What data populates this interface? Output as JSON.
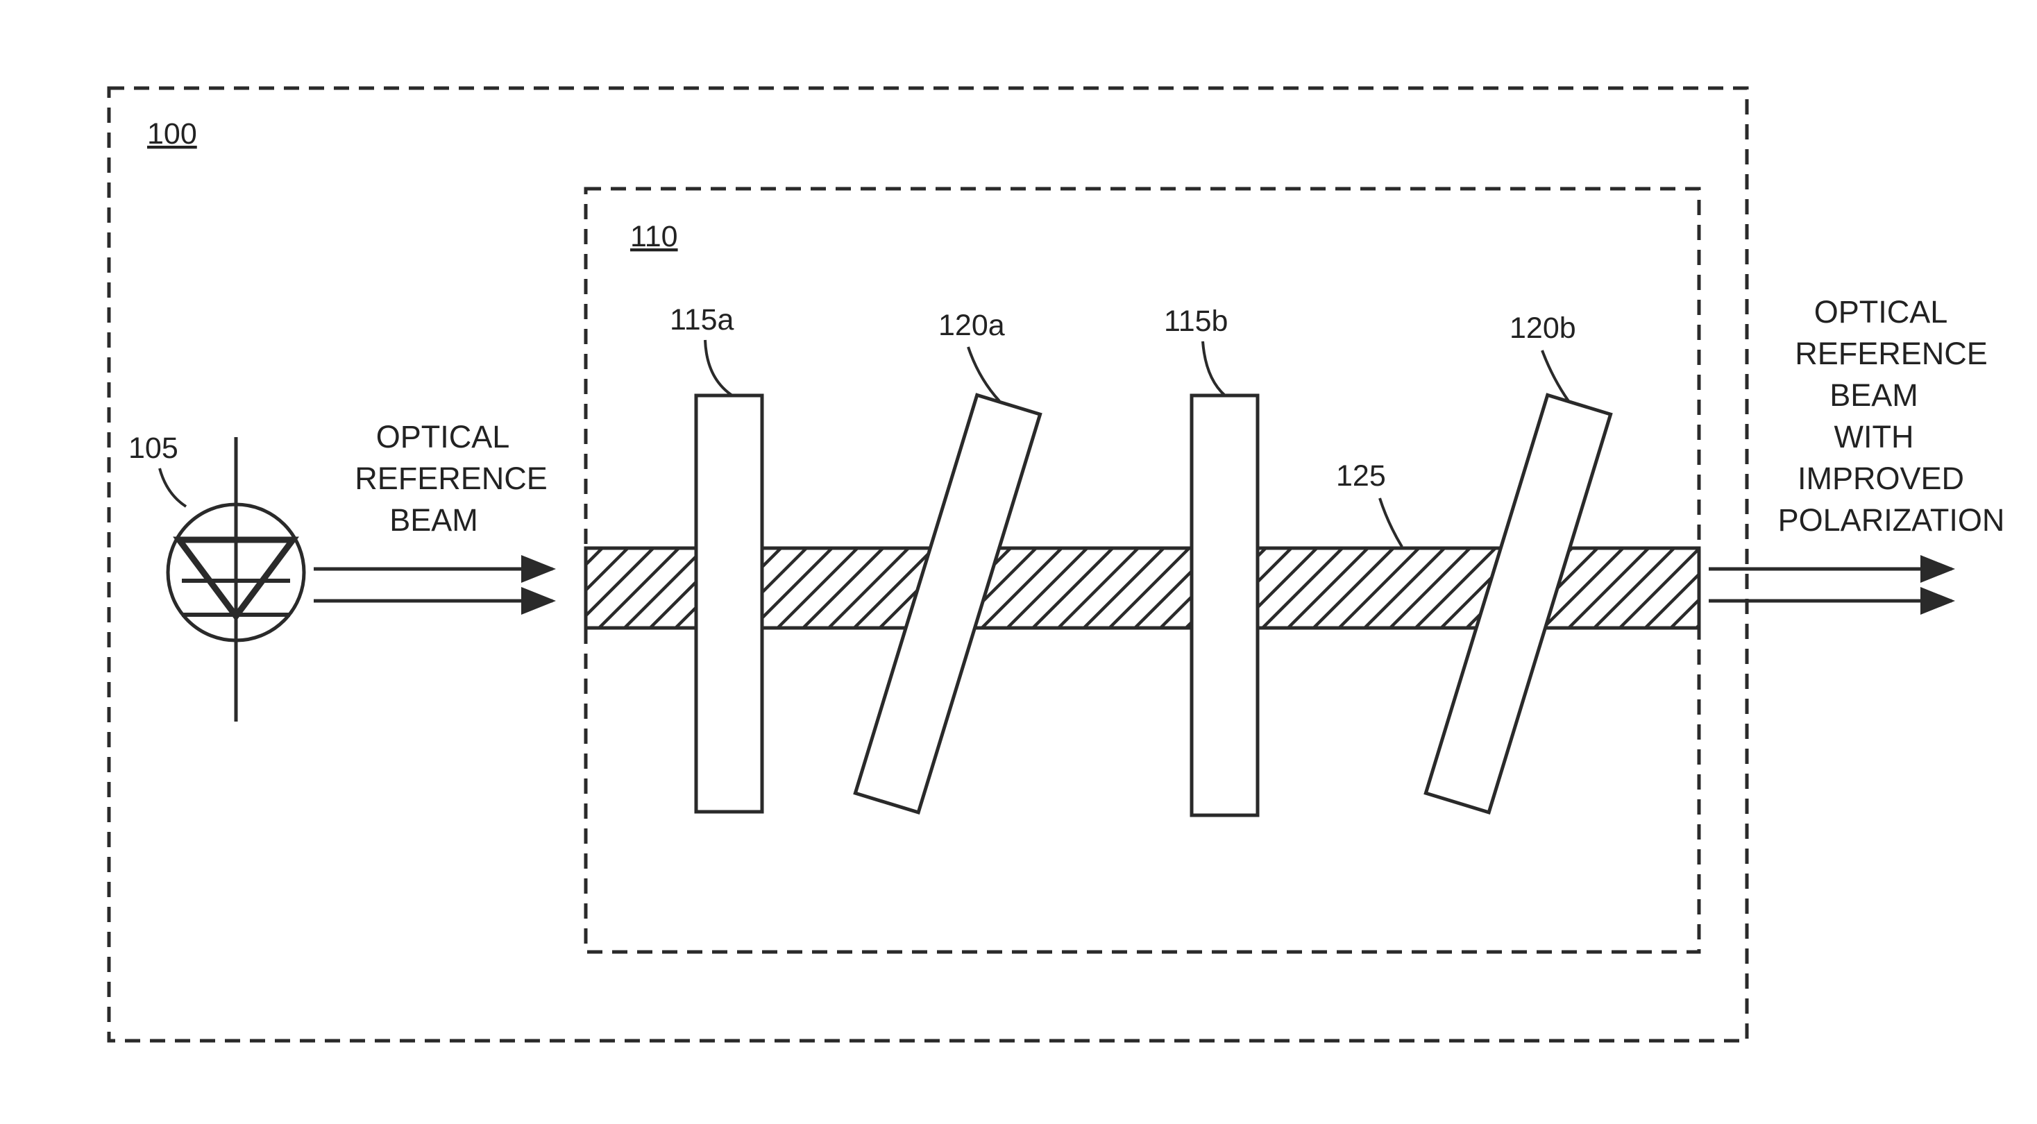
{
  "diagram": {
    "outer_box_label": "100",
    "inner_box_label": "110",
    "source_label": "105",
    "beam_path_label": "125",
    "element_labels": [
      "115a",
      "120a",
      "115b",
      "120b"
    ],
    "input_beam_text": [
      "OPTICAL",
      "REFERENCE",
      "BEAM"
    ],
    "output_beam_text": [
      "OPTICAL",
      "REFERENCE",
      "BEAM",
      "WITH",
      "IMPROVED",
      "POLARIZATION"
    ]
  },
  "colors": {
    "line": "#2a2a2a",
    "background": "#ffffff"
  }
}
